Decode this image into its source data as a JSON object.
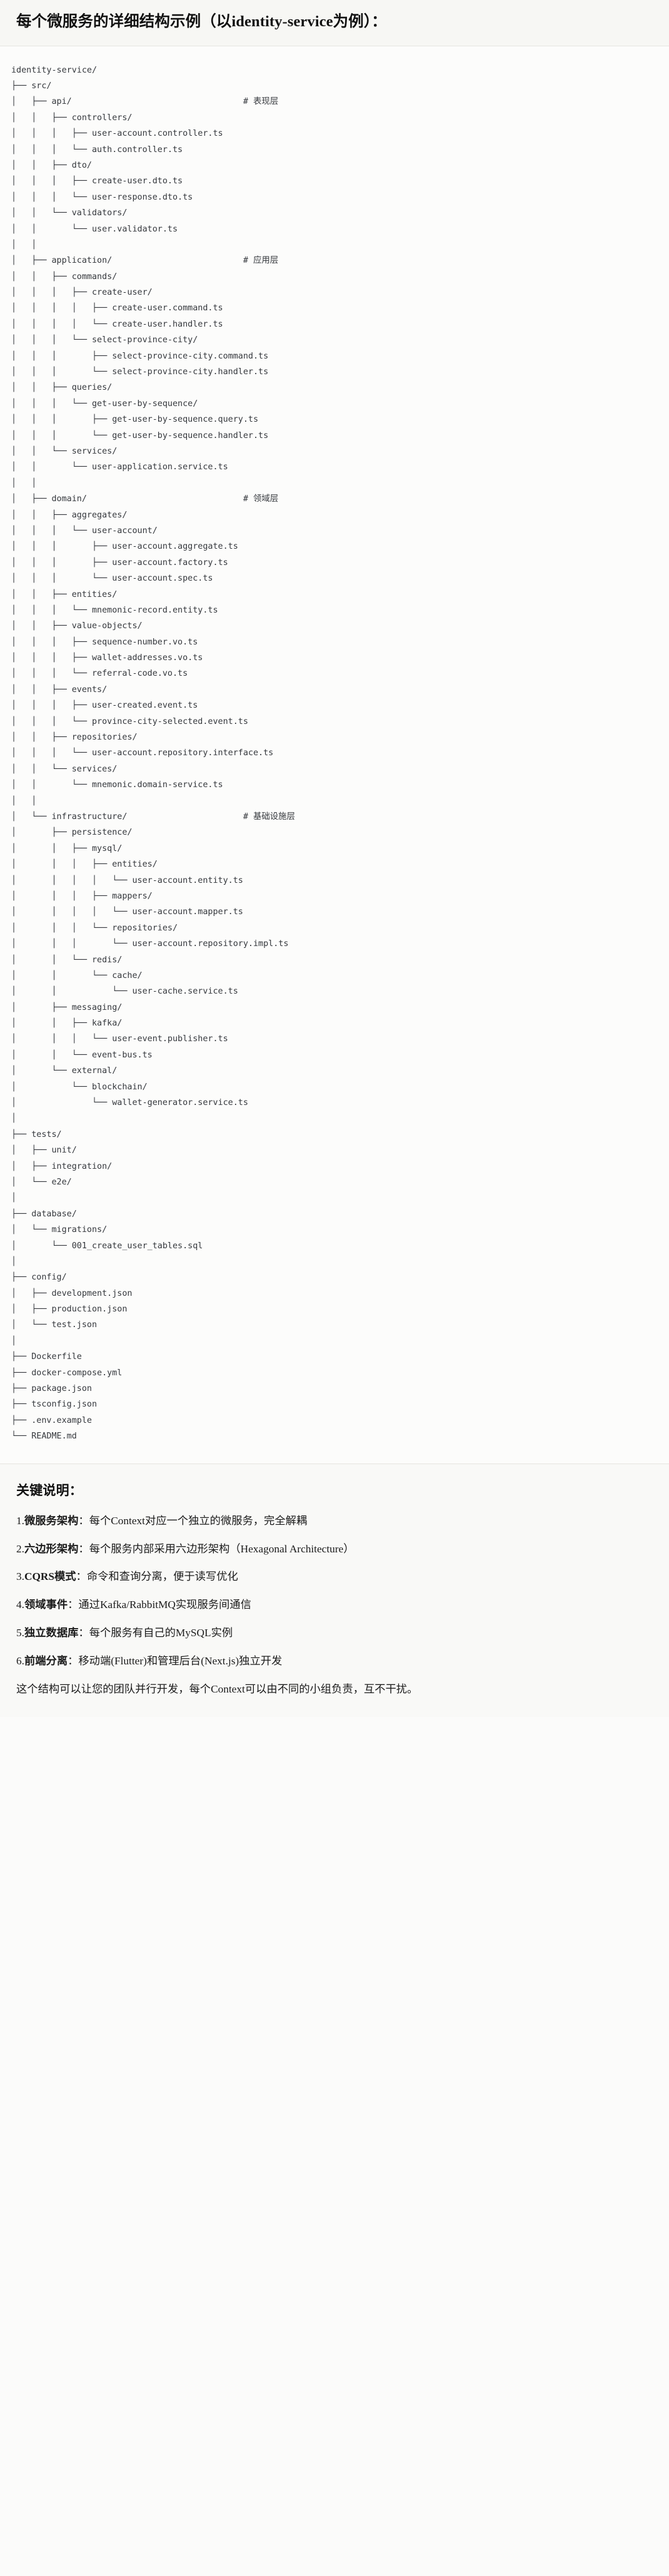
{
  "header": {
    "title": "每个微服务的详细结构示例（以identity-service为例）："
  },
  "tree": {
    "root": "identity-service/",
    "comment_column": 46,
    "lines": [
      {
        "text": "identity-service/",
        "comment": ""
      },
      {
        "text": "├── src/",
        "comment": ""
      },
      {
        "text": "│   ├── api/",
        "comment": "# 表现层"
      },
      {
        "text": "│   │   ├── controllers/",
        "comment": ""
      },
      {
        "text": "│   │   │   ├── user-account.controller.ts",
        "comment": ""
      },
      {
        "text": "│   │   │   └── auth.controller.ts",
        "comment": ""
      },
      {
        "text": "│   │   ├── dto/",
        "comment": ""
      },
      {
        "text": "│   │   │   ├── create-user.dto.ts",
        "comment": ""
      },
      {
        "text": "│   │   │   └── user-response.dto.ts",
        "comment": ""
      },
      {
        "text": "│   │   └── validators/",
        "comment": ""
      },
      {
        "text": "│   │       └── user.validator.ts",
        "comment": ""
      },
      {
        "text": "│   │",
        "comment": ""
      },
      {
        "text": "│   ├── application/",
        "comment": "# 应用层"
      },
      {
        "text": "│   │   ├── commands/",
        "comment": ""
      },
      {
        "text": "│   │   │   ├── create-user/",
        "comment": ""
      },
      {
        "text": "│   │   │   │   ├── create-user.command.ts",
        "comment": ""
      },
      {
        "text": "│   │   │   │   └── create-user.handler.ts",
        "comment": ""
      },
      {
        "text": "│   │   │   └── select-province-city/",
        "comment": ""
      },
      {
        "text": "│   │   │       ├── select-province-city.command.ts",
        "comment": ""
      },
      {
        "text": "│   │   │       └── select-province-city.handler.ts",
        "comment": ""
      },
      {
        "text": "│   │   ├── queries/",
        "comment": ""
      },
      {
        "text": "│   │   │   └── get-user-by-sequence/",
        "comment": ""
      },
      {
        "text": "│   │   │       ├── get-user-by-sequence.query.ts",
        "comment": ""
      },
      {
        "text": "│   │   │       └── get-user-by-sequence.handler.ts",
        "comment": ""
      },
      {
        "text": "│   │   └── services/",
        "comment": ""
      },
      {
        "text": "│   │       └── user-application.service.ts",
        "comment": ""
      },
      {
        "text": "│   │",
        "comment": ""
      },
      {
        "text": "│   ├── domain/",
        "comment": "# 领域层"
      },
      {
        "text": "│   │   ├── aggregates/",
        "comment": ""
      },
      {
        "text": "│   │   │   └── user-account/",
        "comment": ""
      },
      {
        "text": "│   │   │       ├── user-account.aggregate.ts",
        "comment": ""
      },
      {
        "text": "│   │   │       ├── user-account.factory.ts",
        "comment": ""
      },
      {
        "text": "│   │   │       └── user-account.spec.ts",
        "comment": ""
      },
      {
        "text": "│   │   ├── entities/",
        "comment": ""
      },
      {
        "text": "│   │   │   └── mnemonic-record.entity.ts",
        "comment": ""
      },
      {
        "text": "│   │   ├── value-objects/",
        "comment": ""
      },
      {
        "text": "│   │   │   ├── sequence-number.vo.ts",
        "comment": ""
      },
      {
        "text": "│   │   │   ├── wallet-addresses.vo.ts",
        "comment": ""
      },
      {
        "text": "│   │   │   └── referral-code.vo.ts",
        "comment": ""
      },
      {
        "text": "│   │   ├── events/",
        "comment": ""
      },
      {
        "text": "│   │   │   ├── user-created.event.ts",
        "comment": ""
      },
      {
        "text": "│   │   │   └── province-city-selected.event.ts",
        "comment": ""
      },
      {
        "text": "│   │   ├── repositories/",
        "comment": ""
      },
      {
        "text": "│   │   │   └── user-account.repository.interface.ts",
        "comment": ""
      },
      {
        "text": "│   │   └── services/",
        "comment": ""
      },
      {
        "text": "│   │       └── mnemonic.domain-service.ts",
        "comment": ""
      },
      {
        "text": "│   │",
        "comment": ""
      },
      {
        "text": "│   └── infrastructure/",
        "comment": "# 基础设施层"
      },
      {
        "text": "│       ├── persistence/",
        "comment": ""
      },
      {
        "text": "│       │   ├── mysql/",
        "comment": ""
      },
      {
        "text": "│       │   │   ├── entities/",
        "comment": ""
      },
      {
        "text": "│       │   │   │   └── user-account.entity.ts",
        "comment": ""
      },
      {
        "text": "│       │   │   ├── mappers/",
        "comment": ""
      },
      {
        "text": "│       │   │   │   └── user-account.mapper.ts",
        "comment": ""
      },
      {
        "text": "│       │   │   └── repositories/",
        "comment": ""
      },
      {
        "text": "│       │   │       └── user-account.repository.impl.ts",
        "comment": ""
      },
      {
        "text": "│       │   └── redis/",
        "comment": ""
      },
      {
        "text": "│       │       └── cache/",
        "comment": ""
      },
      {
        "text": "│       │           └── user-cache.service.ts",
        "comment": ""
      },
      {
        "text": "│       ├── messaging/",
        "comment": ""
      },
      {
        "text": "│       │   ├── kafka/",
        "comment": ""
      },
      {
        "text": "│       │   │   └── user-event.publisher.ts",
        "comment": ""
      },
      {
        "text": "│       │   └── event-bus.ts",
        "comment": ""
      },
      {
        "text": "│       └── external/",
        "comment": ""
      },
      {
        "text": "│           └── blockchain/",
        "comment": ""
      },
      {
        "text": "│               └── wallet-generator.service.ts",
        "comment": ""
      },
      {
        "text": "│",
        "comment": ""
      },
      {
        "text": "├── tests/",
        "comment": ""
      },
      {
        "text": "│   ├── unit/",
        "comment": ""
      },
      {
        "text": "│   ├── integration/",
        "comment": ""
      },
      {
        "text": "│   └── e2e/",
        "comment": ""
      },
      {
        "text": "│",
        "comment": ""
      },
      {
        "text": "├── database/",
        "comment": ""
      },
      {
        "text": "│   └── migrations/",
        "comment": ""
      },
      {
        "text": "│       └── 001_create_user_tables.sql",
        "comment": ""
      },
      {
        "text": "│",
        "comment": ""
      },
      {
        "text": "├── config/",
        "comment": ""
      },
      {
        "text": "│   ├── development.json",
        "comment": ""
      },
      {
        "text": "│   ├── production.json",
        "comment": ""
      },
      {
        "text": "│   └── test.json",
        "comment": ""
      },
      {
        "text": "│",
        "comment": ""
      },
      {
        "text": "├── Dockerfile",
        "comment": ""
      },
      {
        "text": "├── docker-compose.yml",
        "comment": ""
      },
      {
        "text": "├── package.json",
        "comment": ""
      },
      {
        "text": "├── tsconfig.json",
        "comment": ""
      },
      {
        "text": "├── .env.example",
        "comment": ""
      },
      {
        "text": "└── README.md",
        "comment": ""
      }
    ]
  },
  "notes": {
    "title": "关键说明：",
    "items": [
      {
        "num": "1.",
        "lead": "微服务架构",
        "body": "：每个Context对应一个独立的微服务，完全解耦"
      },
      {
        "num": "2.",
        "lead": "六边形架构",
        "body": "：每个服务内部采用六边形架构（Hexagonal Architecture）"
      },
      {
        "num": "3.",
        "lead": "CQRS模式",
        "body": "：命令和查询分离，便于读写优化"
      },
      {
        "num": "4.",
        "lead": "领域事件",
        "body": "：通过Kafka/RabbitMQ实现服务间通信"
      },
      {
        "num": "5.",
        "lead": "独立数据库",
        "body": "：每个服务有自己的MySQL实例"
      },
      {
        "num": "6.",
        "lead": "前端分离",
        "body": "：移动端(Flutter)和管理后台(Next.js)独立开发"
      }
    ],
    "closing": "这个结构可以让您的团队并行开发，每个Context可以由不同的小组负责，互不干扰。"
  }
}
